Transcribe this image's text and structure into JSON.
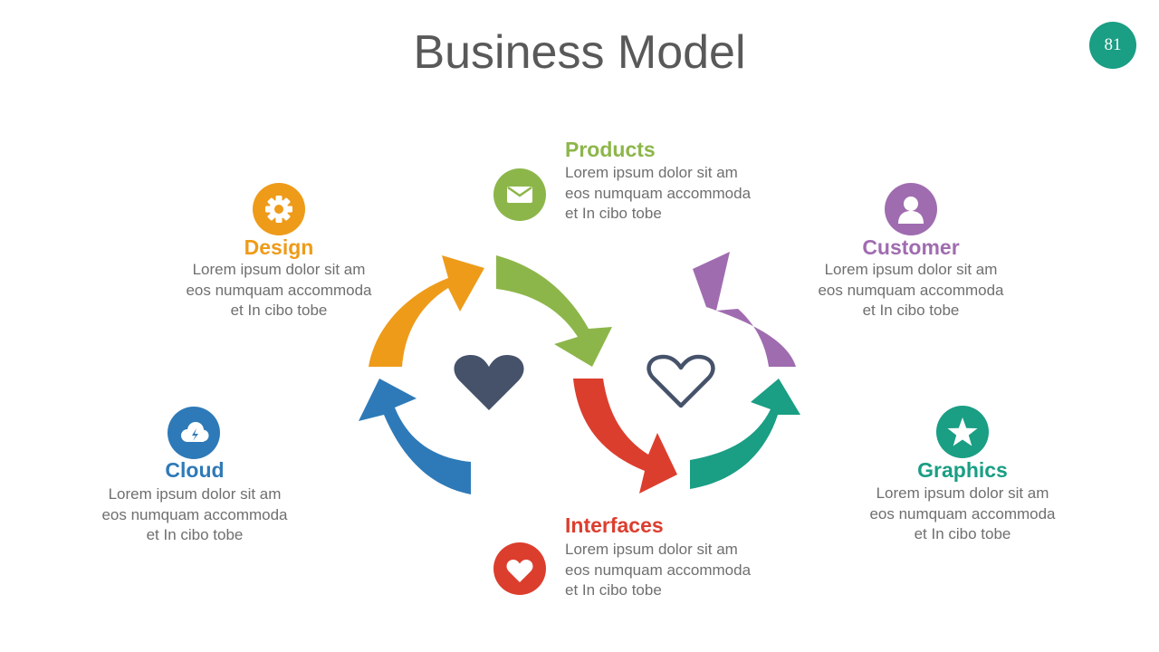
{
  "title": "Business Model",
  "page_number": "81",
  "colors": {
    "products": "#8db64a",
    "design": "#ee9b1a",
    "customer": "#a06cb0",
    "cloud": "#2e7ab8",
    "graphics": "#1a9e84",
    "interfaces": "#dc3e2e",
    "heart": "#45526a"
  },
  "items": {
    "products": {
      "label": "Products",
      "icon": "envelope-icon",
      "lines": [
        "Lorem ipsum dolor sit am",
        "eos numquam accommoda",
        "et In cibo tobe"
      ]
    },
    "design": {
      "label": "Design",
      "icon": "gear-icon",
      "lines": [
        "Lorem ipsum dolor sit am",
        "eos numquam accommoda",
        "et In cibo tobe"
      ]
    },
    "customer": {
      "label": "Customer",
      "icon": "user-icon",
      "lines": [
        "Lorem ipsum dolor sit am",
        "eos numquam accommoda",
        "et In cibo tobe"
      ]
    },
    "cloud": {
      "label": "Cloud",
      "icon": "cloud-icon",
      "lines": [
        "Lorem ipsum dolor sit am",
        "eos numquam accommoda",
        "et In cibo tobe"
      ]
    },
    "graphics": {
      "label": "Graphics",
      "icon": "star-icon",
      "lines": [
        "Lorem ipsum dolor sit am",
        "eos numquam accommoda",
        "et In cibo tobe"
      ]
    },
    "interfaces": {
      "label": "Interfaces",
      "icon": "heart-icon",
      "lines": [
        "Lorem ipsum dolor sit am",
        "eos numquam accommoda",
        "et In cibo tobe"
      ]
    }
  }
}
